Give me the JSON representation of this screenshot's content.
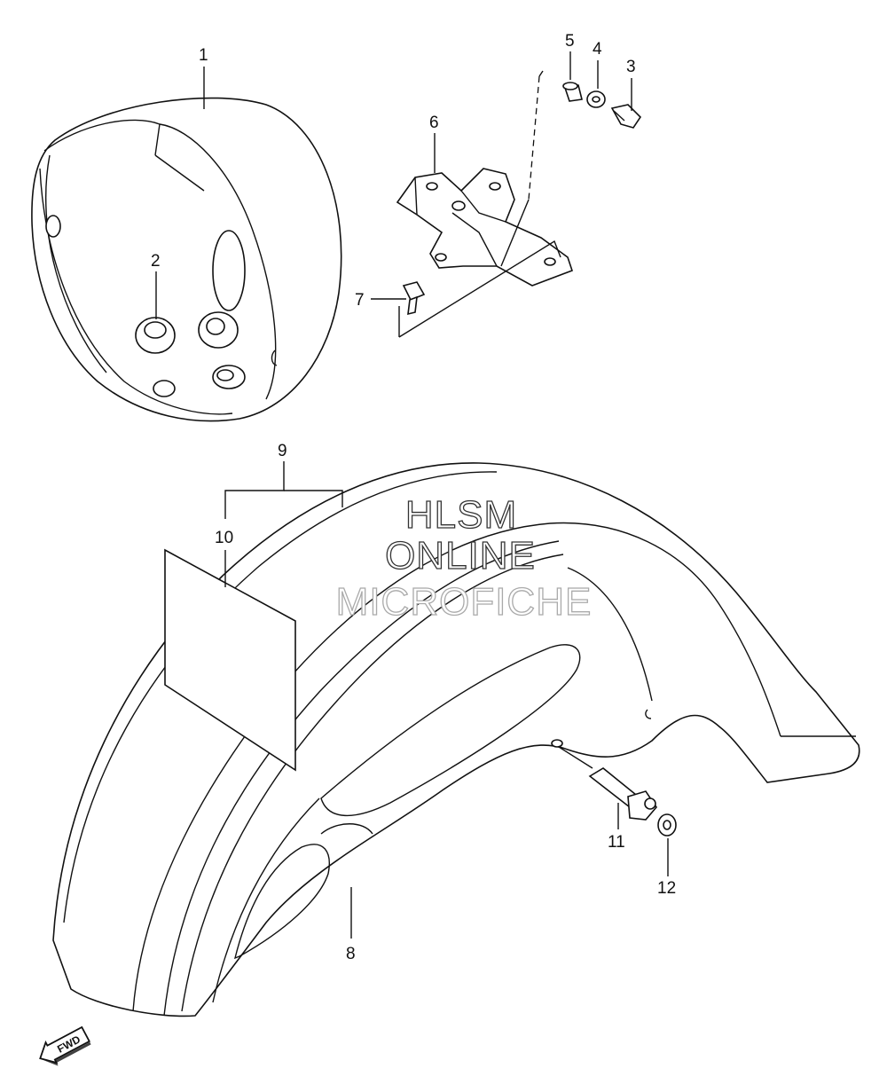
{
  "callouts": [
    {
      "id": "1",
      "text": "1"
    },
    {
      "id": "2",
      "text": "2"
    },
    {
      "id": "3",
      "text": "3"
    },
    {
      "id": "4",
      "text": "4"
    },
    {
      "id": "5",
      "text": "5"
    },
    {
      "id": "6",
      "text": "6"
    },
    {
      "id": "7",
      "text": "7"
    },
    {
      "id": "8",
      "text": "8"
    },
    {
      "id": "9",
      "text": "9"
    },
    {
      "id": "10",
      "text": "10"
    },
    {
      "id": "11",
      "text": "11"
    },
    {
      "id": "12",
      "text": "12"
    }
  ],
  "watermark": {
    "line1": "HLSM",
    "line2": "ONLINE",
    "line3": "MICROFICHE"
  },
  "direction_badge": {
    "text": "FWD",
    "icon": "forward-arrow-icon"
  }
}
